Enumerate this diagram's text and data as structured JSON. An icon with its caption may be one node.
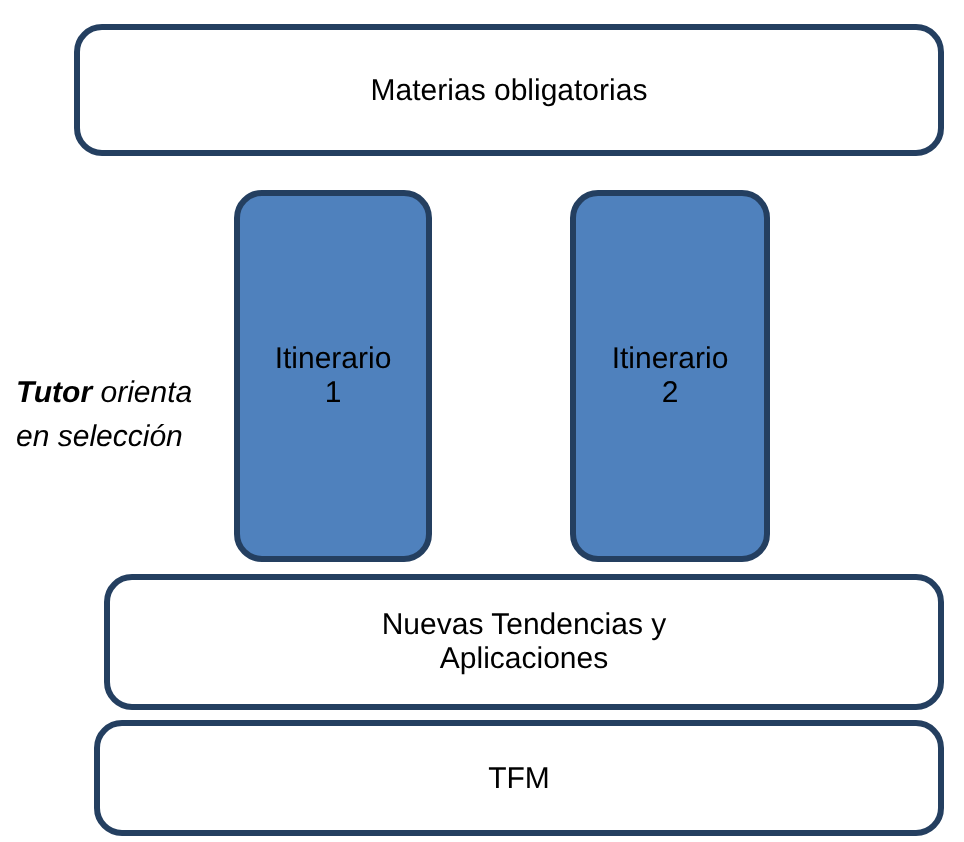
{
  "diagram": {
    "nodes": [
      {
        "text": [
          "Materias obligatorias"
        ]
      },
      {
        "text": [
          "Itinerario 1"
        ]
      },
      {
        "text": [
          "Itinerario 2"
        ]
      },
      {
        "text": [
          "Nuevas Tendencias y Aplicaciones"
        ]
      },
      {
        "text": [
          "TFM"
        ]
      }
    ],
    "labels": [
      "**Tutor** orienta en selección"
    ]
  }
}
